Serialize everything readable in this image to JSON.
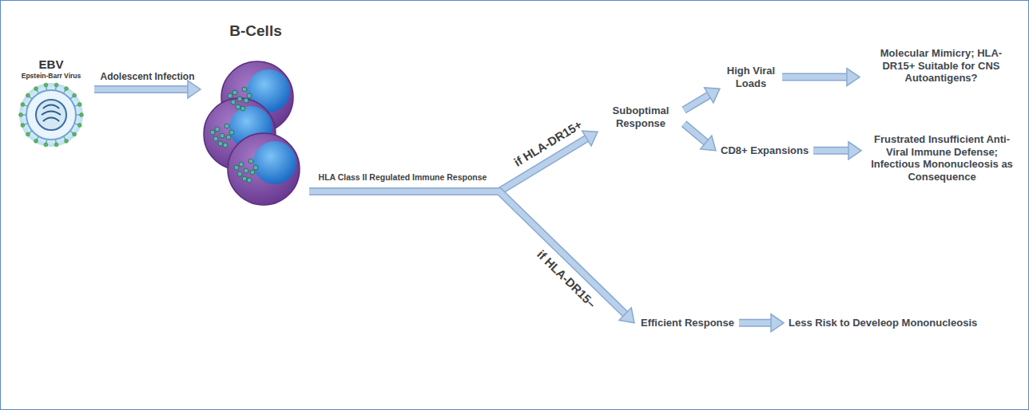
{
  "diagram": {
    "nodes": [
      {
        "text": [
          "EBV",
          "Epstein-Barr Virus"
        ]
      },
      {
        "text": [
          "B-Cells"
        ]
      },
      {
        "text": [
          "Suboptimal Response"
        ]
      },
      {
        "text": [
          "High Viral Loads"
        ]
      },
      {
        "text": [
          "Molecular Mimicry; HLA-DR15+ Suitable for CNS Autoantigens?"
        ]
      },
      {
        "text": [
          "CD8+ Expansions"
        ]
      },
      {
        "text": [
          "Frustrated Insufficient Anti-Viral Immune Defense; Infectious Mononucleosis as Consequence"
        ]
      },
      {
        "text": [
          "Efficient Response"
        ]
      },
      {
        "text": [
          "Less Risk to Develeop Mononucleosis"
        ]
      }
    ],
    "edges": [
      {
        "from": 0,
        "to": 1,
        "arrow": "to",
        "label": "Adolescent Infection"
      },
      {
        "from": 1,
        "to": 2,
        "arrow": "to",
        "label": "if HLA-DR15+"
      },
      {
        "from": 1,
        "to": 7,
        "arrow": "to",
        "label": "if HLA-DR15–"
      },
      {
        "from": 2,
        "to": 3,
        "arrow": "to"
      },
      {
        "from": 2,
        "to": 5,
        "arrow": "to"
      },
      {
        "from": 3,
        "to": 4,
        "arrow": "to"
      },
      {
        "from": 5,
        "to": 6,
        "arrow": "to"
      },
      {
        "from": 7,
        "to": 8,
        "arrow": "to"
      }
    ],
    "labels": [
      "HLA Class II Regulated Immune Response"
    ]
  }
}
